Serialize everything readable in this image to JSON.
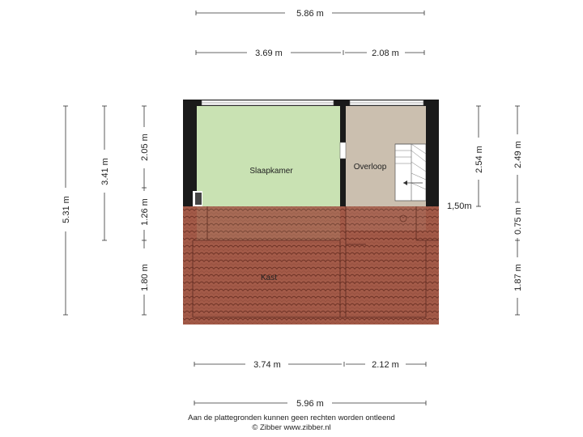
{
  "rooms": {
    "slaapkamer": "Slaapkamer",
    "overloop": "Overloop",
    "kast": "Kast"
  },
  "dimensions": {
    "top_total": "5.86 m",
    "top_left": "3.69 m",
    "top_right": "2.08 m",
    "bottom_left": "3.74 m",
    "bottom_right": "2.12 m",
    "bottom_total": "5.96 m",
    "left_outer": "5.31 m",
    "left_middle": "3.41 m",
    "left_inner_top": "2.05 m",
    "left_inner_mid": "1.26 m",
    "left_inner_bottom": "1.80 m",
    "right_inner": "2.54 m",
    "right_outer_top": "2.49 m",
    "right_outer_mid": "0.75 m",
    "right_outer_bottom": "1.87 m",
    "height_note": "1,50m"
  },
  "footer": {
    "disclaimer": "Aan de plattegronden kunnen geen rechten worden ontleend",
    "copyright": "© Zibber www.zibber.nl"
  },
  "colors": {
    "bedroom": "#c9e2b3",
    "landing": "#cbbfaf",
    "roof": "#a35a48",
    "roof_line": "#6e3326",
    "wall": "#1a1a1a"
  }
}
